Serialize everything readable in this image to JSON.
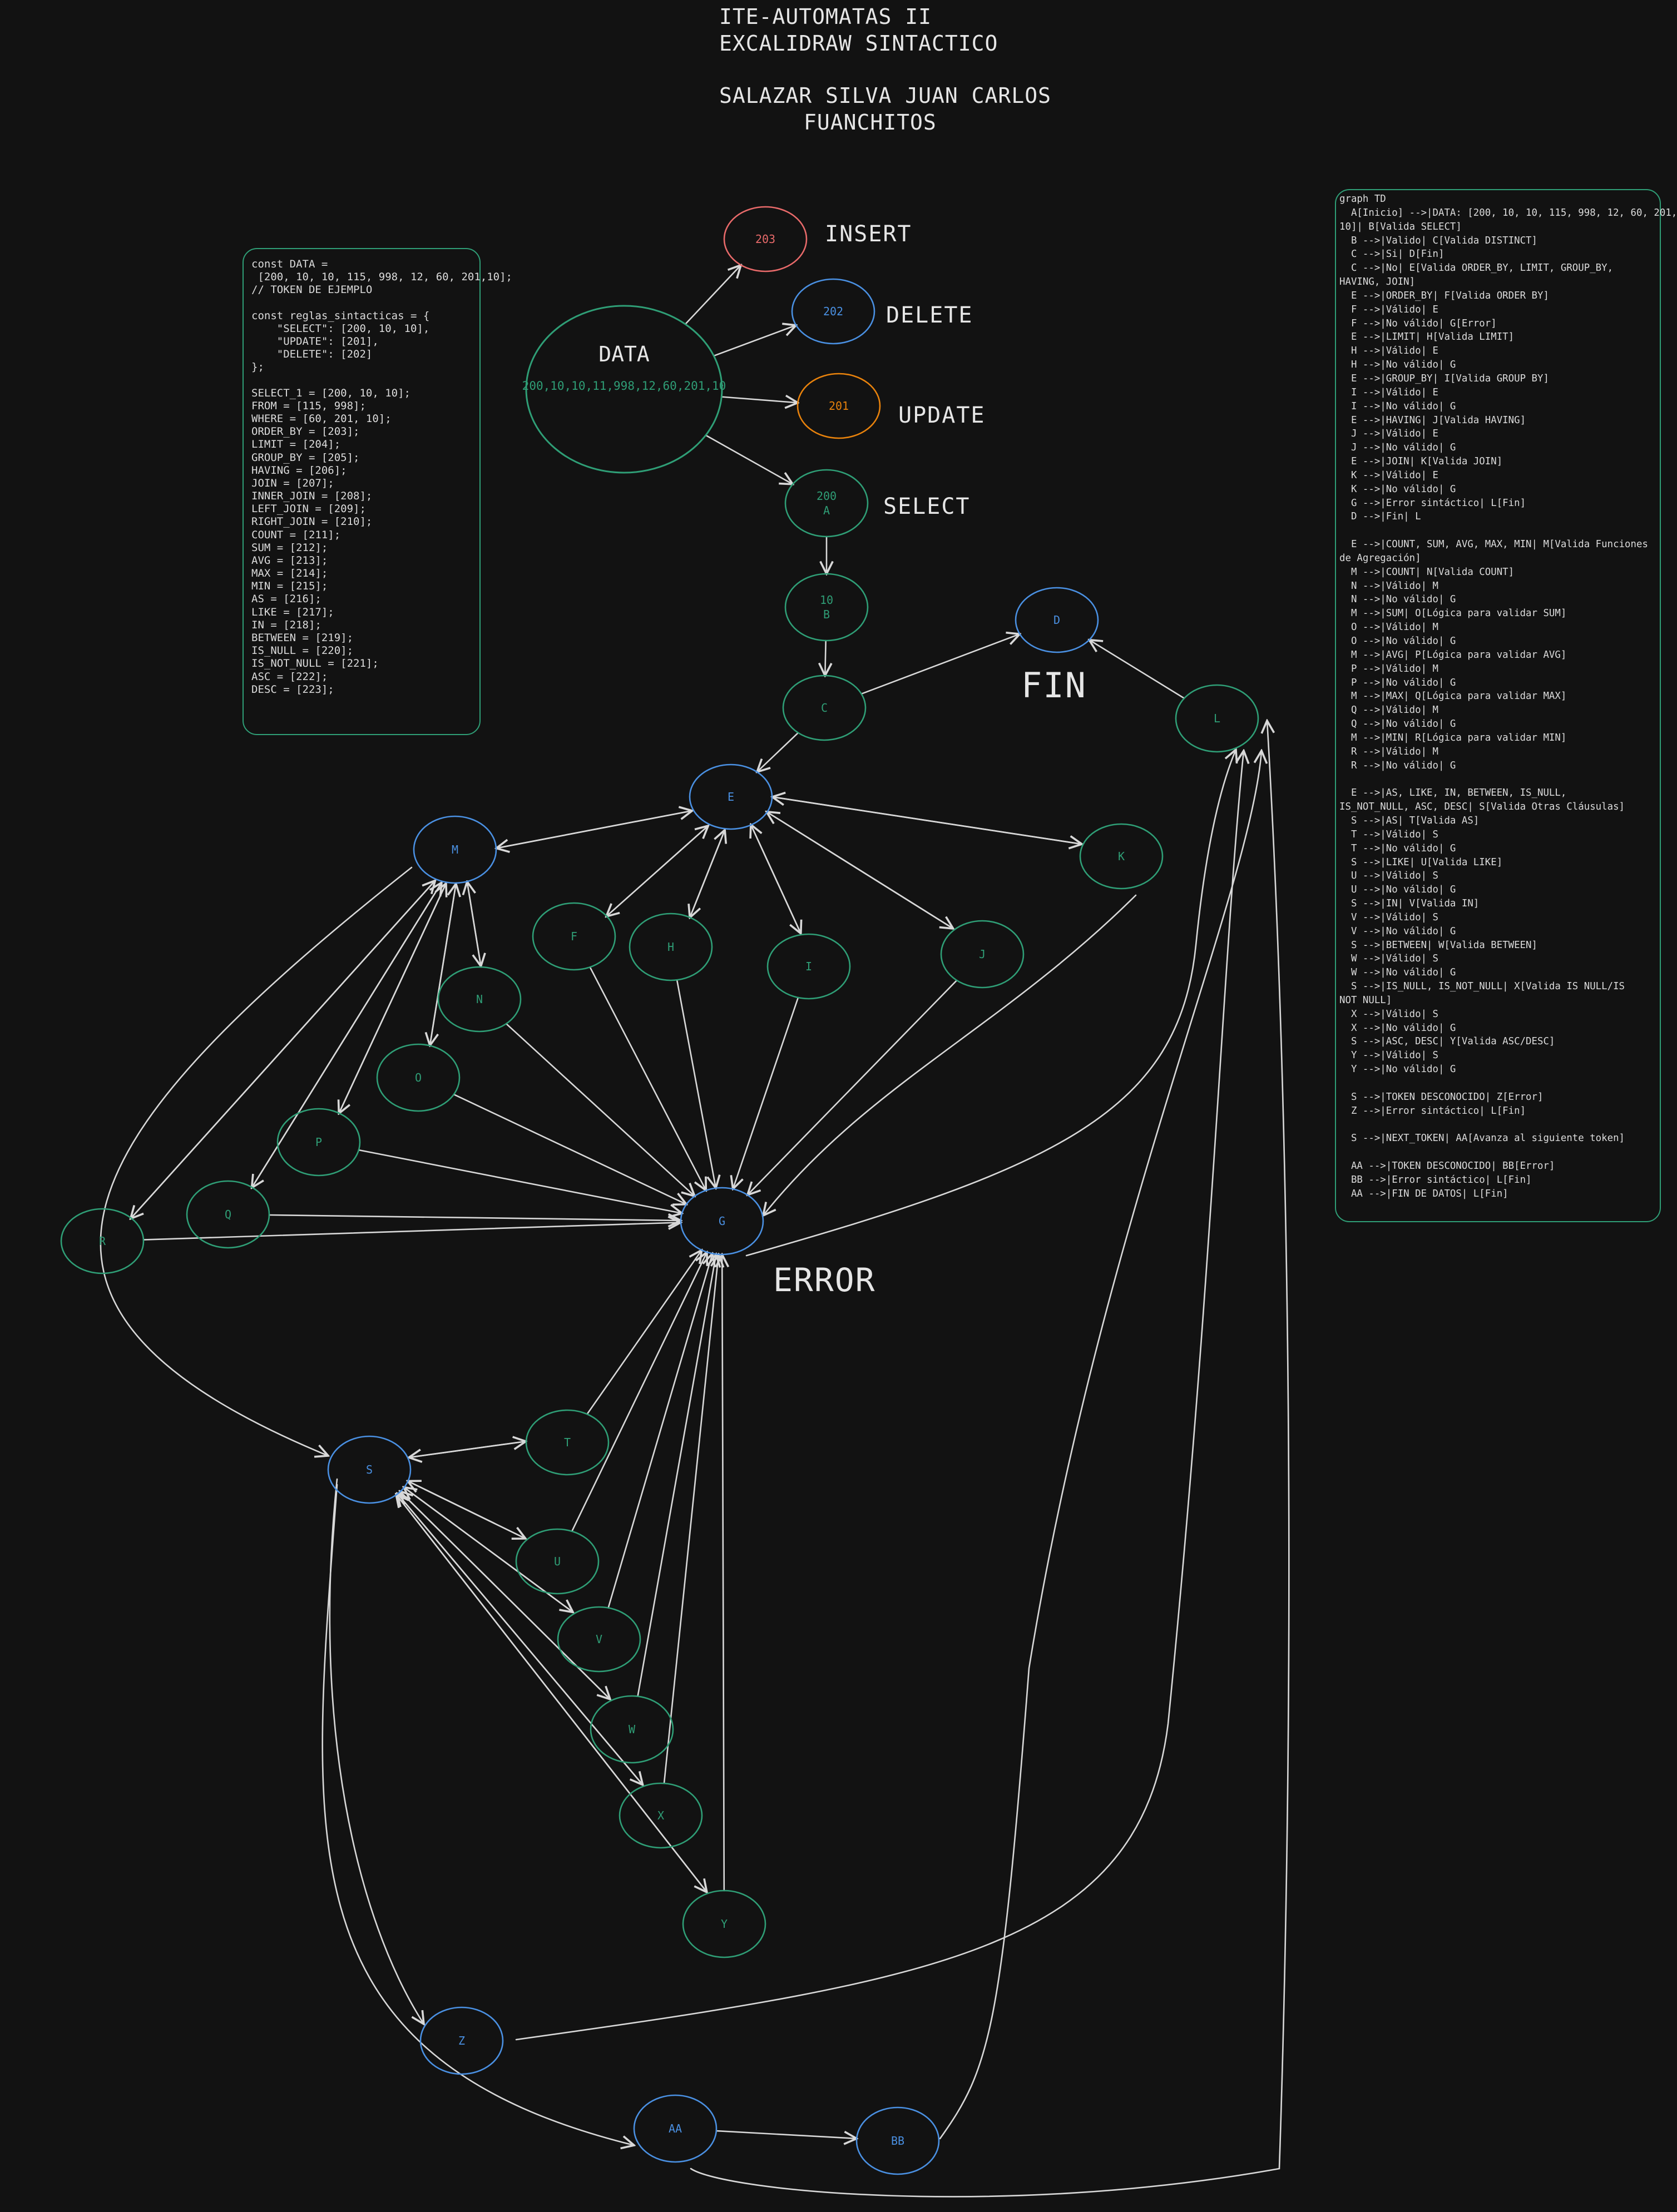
{
  "title": {
    "line1": "ITE-AUTOMATAS II",
    "line2": "EXCALIDRAW SINTACTICO",
    "line3": "SALAZAR SILVA JUAN CARLOS",
    "line4": "FUANCHITOS"
  },
  "labels": {
    "insert": "INSERT",
    "delete": "DELETE",
    "update": "UPDATE",
    "select": "SELECT",
    "fin": "FIN",
    "error": "ERROR"
  },
  "colors": {
    "background": "#121212",
    "green": "#2f9e76",
    "blue": "#4a90e2",
    "red": "#e86a6a",
    "orange": "#e8820c",
    "edge": "#d8d8d8",
    "text": "#dcdcdc"
  },
  "code_panel": {
    "lines": [
      "const DATA =",
      " [200, 10, 10, 115, 998, 12, 60, 201,10];",
      "// TOKEN DE EJEMPLO",
      "",
      "const reglas_sintacticas = {",
      "    \"SELECT\": [200, 10, 10],",
      "    \"UPDATE\": [201],",
      "    \"DELETE\": [202]",
      "};",
      "",
      "SELECT_1 = [200, 10, 10];",
      "FROM = [115, 998];",
      "WHERE = [60, 201, 10];",
      "ORDER_BY = [203];",
      "LIMIT = [204];",
      "GROUP_BY = [205];",
      "HAVING = [206];",
      "JOIN = [207];",
      "INNER_JOIN = [208];",
      "LEFT_JOIN = [209];",
      "RIGHT_JOIN = [210];",
      "COUNT = [211];",
      "SUM = [212];",
      "AVG = [213];",
      "MAX = [214];",
      "MIN = [215];",
      "AS = [216];",
      "LIKE = [217];",
      "IN = [218];",
      "BETWEEN = [219];",
      "IS_NULL = [220];",
      "IS_NOT_NULL = [221];",
      "ASC = [222];",
      "DESC = [223];"
    ]
  },
  "graph_panel": {
    "lines": [
      "graph TD",
      "  A[Inicio] -->|DATA: [200, 10, 10, 115, 998, 12, 60, 201,",
      "10]| B[Valida SELECT]",
      "  B -->|Valido| C[Valida DISTINCT]",
      "  C -->|Si| D[Fin]",
      "  C -->|No| E[Valida ORDER_BY, LIMIT, GROUP_BY,",
      "HAVING, JOIN]",
      "  E -->|ORDER_BY| F[Valida ORDER BY]",
      "  F -->|Válido| E",
      "  F -->|No válido| G[Error]",
      "  E -->|LIMIT| H[Valida LIMIT]",
      "  H -->|Válido| E",
      "  H -->|No válido| G",
      "  E -->|GROUP_BY| I[Valida GROUP BY]",
      "  I -->|Válido| E",
      "  I -->|No válido| G",
      "  E -->|HAVING| J[Valida HAVING]",
      "  J -->|Válido| E",
      "  J -->|No válido| G",
      "  E -->|JOIN| K[Valida JOIN]",
      "  K -->|Válido| E",
      "  K -->|No válido| G",
      "  G -->|Error sintáctico| L[Fin]",
      "  D -->|Fin| L",
      "",
      "  E -->|COUNT, SUM, AVG, MAX, MIN| M[Valida Funciones",
      "de Agregación]",
      "  M -->|COUNT| N[Valida COUNT]",
      "  N -->|Válido| M",
      "  N -->|No válido| G",
      "  M -->|SUM| O[Lógica para validar SUM]",
      "  O -->|Válido| M",
      "  O -->|No válido| G",
      "  M -->|AVG| P[Lógica para validar AVG]",
      "  P -->|Válido| M",
      "  P -->|No válido| G",
      "  M -->|MAX| Q[Lógica para validar MAX]",
      "  Q -->|Válido| M",
      "  Q -->|No válido| G",
      "  M -->|MIN| R[Lógica para validar MIN]",
      "  R -->|Válido| M",
      "  R -->|No válido| G",
      "",
      "  E -->|AS, LIKE, IN, BETWEEN, IS_NULL,",
      "IS_NOT_NULL, ASC, DESC| S[Valida Otras Cláusulas]",
      "  S -->|AS| T[Valida AS]",
      "  T -->|Válido| S",
      "  T -->|No válido| G",
      "  S -->|LIKE| U[Valida LIKE]",
      "  U -->|Válido| S",
      "  U -->|No válido| G",
      "  S -->|IN| V[Valida IN]",
      "  V -->|Válido| S",
      "  V -->|No válido| G",
      "  S -->|BETWEEN| W[Valida BETWEEN]",
      "  W -->|Válido| S",
      "  W -->|No válido| G",
      "  S -->|IS_NULL, IS_NOT_NULL| X[Valida IS NULL/IS",
      "NOT NULL]",
      "  X -->|Válido| S",
      "  X -->|No válido| G",
      "  S -->|ASC, DESC| Y[Valida ASC/DESC]",
      "  Y -->|Válido| S",
      "  Y -->|No válido| G",
      "",
      "  S -->|TOKEN DESCONOCIDO| Z[Error]",
      "  Z -->|Error sintáctico| L[Fin]",
      "",
      "  S -->|NEXT_TOKEN| AA[Avanza al siguiente token]",
      "",
      "  AA -->|TOKEN DESCONOCIDO| BB[Error]",
      "  BB -->|Error sintáctico| L[Fin]",
      "  AA -->|FIN DE DATOS| L[Fin]"
    ]
  },
  "nodes": [
    {
      "id": "data",
      "label": "DATA",
      "sublabel": "200,10,10,11,998,12,60,201,10",
      "color": "green"
    },
    {
      "id": "n203",
      "label": "203",
      "color": "red"
    },
    {
      "id": "n202",
      "label": "202",
      "color": "blue"
    },
    {
      "id": "n201",
      "label": "201",
      "color": "orange"
    },
    {
      "id": "A",
      "label": "200",
      "sublabel": "A",
      "color": "green"
    },
    {
      "id": "B",
      "label": "10",
      "sublabel": "B",
      "color": "green"
    },
    {
      "id": "C",
      "label": "C",
      "color": "green"
    },
    {
      "id": "D",
      "label": "D",
      "color": "blue"
    },
    {
      "id": "L",
      "label": "L",
      "color": "green"
    },
    {
      "id": "E",
      "label": "E",
      "color": "blue"
    },
    {
      "id": "K",
      "label": "K",
      "color": "green"
    },
    {
      "id": "M",
      "label": "M",
      "color": "blue"
    },
    {
      "id": "F",
      "label": "F",
      "color": "green"
    },
    {
      "id": "H",
      "label": "H",
      "color": "green"
    },
    {
      "id": "I",
      "label": "I",
      "color": "green"
    },
    {
      "id": "J",
      "label": "J",
      "color": "green"
    },
    {
      "id": "N",
      "label": "N",
      "color": "green"
    },
    {
      "id": "O",
      "label": "O",
      "color": "green"
    },
    {
      "id": "P",
      "label": "P",
      "color": "green"
    },
    {
      "id": "Q",
      "label": "Q",
      "color": "green"
    },
    {
      "id": "R",
      "label": "R",
      "color": "green"
    },
    {
      "id": "G",
      "label": "G",
      "color": "blue"
    },
    {
      "id": "S",
      "label": "S",
      "color": "blue"
    },
    {
      "id": "T",
      "label": "T",
      "color": "green"
    },
    {
      "id": "U",
      "label": "U",
      "color": "green"
    },
    {
      "id": "V",
      "label": "V",
      "color": "green"
    },
    {
      "id": "W",
      "label": "W",
      "color": "green"
    },
    {
      "id": "X",
      "label": "X",
      "color": "green"
    },
    {
      "id": "Y",
      "label": "Y",
      "color": "green"
    },
    {
      "id": "Z",
      "label": "Z",
      "color": "blue"
    },
    {
      "id": "AA",
      "label": "AA",
      "color": "blue"
    },
    {
      "id": "BB",
      "label": "BB",
      "color": "blue"
    }
  ],
  "edges": [
    [
      "data",
      "n203"
    ],
    [
      "data",
      "n202"
    ],
    [
      "data",
      "n201"
    ],
    [
      "data",
      "A"
    ],
    [
      "A",
      "B"
    ],
    [
      "B",
      "C"
    ],
    [
      "C",
      "D"
    ],
    [
      "C",
      "E"
    ],
    [
      "L",
      "D"
    ],
    [
      "E",
      "M"
    ],
    [
      "M",
      "E"
    ],
    [
      "E",
      "F"
    ],
    [
      "F",
      "E"
    ],
    [
      "E",
      "H"
    ],
    [
      "H",
      "E"
    ],
    [
      "E",
      "I"
    ],
    [
      "I",
      "E"
    ],
    [
      "E",
      "J"
    ],
    [
      "J",
      "E"
    ],
    [
      "E",
      "K"
    ],
    [
      "K",
      "E"
    ],
    [
      "M",
      "N"
    ],
    [
      "N",
      "M"
    ],
    [
      "M",
      "O"
    ],
    [
      "O",
      "M"
    ],
    [
      "M",
      "P"
    ],
    [
      "P",
      "M"
    ],
    [
      "M",
      "Q"
    ],
    [
      "Q",
      "M"
    ],
    [
      "M",
      "R"
    ],
    [
      "R",
      "M"
    ],
    [
      "F",
      "G"
    ],
    [
      "H",
      "G"
    ],
    [
      "I",
      "G"
    ],
    [
      "J",
      "G"
    ],
    [
      "K",
      "G"
    ],
    [
      "N",
      "G"
    ],
    [
      "O",
      "G"
    ],
    [
      "P",
      "G"
    ],
    [
      "Q",
      "G"
    ],
    [
      "R",
      "G"
    ],
    [
      "M",
      "S"
    ],
    [
      "G",
      "L"
    ],
    [
      "S",
      "T"
    ],
    [
      "T",
      "S"
    ],
    [
      "S",
      "U"
    ],
    [
      "U",
      "S"
    ],
    [
      "S",
      "V"
    ],
    [
      "V",
      "S"
    ],
    [
      "S",
      "W"
    ],
    [
      "W",
      "S"
    ],
    [
      "S",
      "X"
    ],
    [
      "X",
      "S"
    ],
    [
      "S",
      "Y"
    ],
    [
      "Y",
      "S"
    ],
    [
      "T",
      "G"
    ],
    [
      "U",
      "G"
    ],
    [
      "V",
      "G"
    ],
    [
      "W",
      "G"
    ],
    [
      "X",
      "G"
    ],
    [
      "Y",
      "G"
    ],
    [
      "S",
      "Z"
    ],
    [
      "Z",
      "L"
    ],
    [
      "S",
      "AA"
    ],
    [
      "AA",
      "BB"
    ],
    [
      "BB",
      "L"
    ],
    [
      "AA",
      "L"
    ]
  ]
}
